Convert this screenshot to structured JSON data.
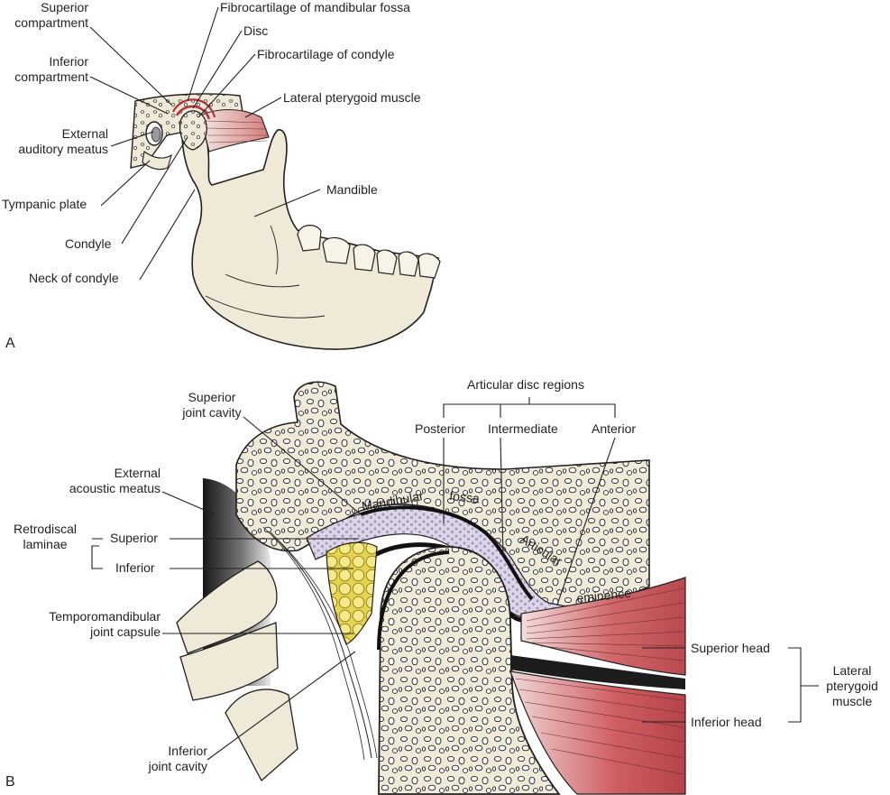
{
  "panel_a": {
    "letter": "A",
    "labels": {
      "superior_compartment": "Superior\ncompartment",
      "inferior_compartment": "Inferior\ncompartment",
      "external_auditory_meatus": "External\nauditory meatus",
      "tympanic_plate": "Tympanic plate",
      "condyle": "Condyle",
      "neck_of_condyle": "Neck of condyle",
      "fibrocartilage_fossa": "Fibrocartilage of mandibular fossa",
      "disc": "Disc",
      "fibrocartilage_condyle": "Fibrocartilage of condyle",
      "lateral_pterygoid": "Lateral pterygoid muscle",
      "mandible": "Mandible"
    }
  },
  "panel_b": {
    "letter": "B",
    "labels": {
      "superior_joint_cavity": "Superior\njoint cavity",
      "external_acoustic_meatus": "External\nacoustic meatus",
      "retrodiscal_laminae": "Retrodiscal\nlaminae",
      "superior": "Superior",
      "inferior": "Inferior",
      "tmj_capsule": "Temporomandibular\njoint capsule",
      "inferior_joint_cavity": "Inferior\njoint cavity",
      "articular_disc_regions": "Articular disc regions",
      "posterior": "Posterior",
      "intermediate": "Intermediate",
      "anterior": "Anterior",
      "superior_head": "Superior head",
      "inferior_head": "Inferior head",
      "lateral_pterygoid_muscle": "Lateral\npterygoid\nmuscle",
      "mandibular": "Mandibular",
      "fossa": "fossa",
      "articular": "Articular",
      "eminence": "eminence"
    }
  },
  "colors": {
    "bone": "#efe9d8",
    "outline": "#231f20",
    "muscle": "#c9595d",
    "disc": "#ddd6ea",
    "fat": "#f2e16c",
    "fibrocartilage": "#b8333a"
  }
}
